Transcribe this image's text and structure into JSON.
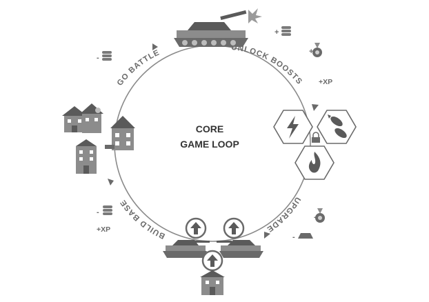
{
  "title": {
    "line1": "CORE",
    "line2": "GAME LOOP"
  },
  "steps": [
    {
      "label": "UNLOCK BOOSTS"
    },
    {
      "label": "UPGRADE"
    },
    {
      "label": "BUILD BASE"
    },
    {
      "label": "GO BATTLE"
    }
  ],
  "rewards": {
    "top_plus": "+",
    "boost_plus": "+",
    "boost_xp": "+XP",
    "upgrade_minus_1": "-",
    "upgrade_minus_2": "-",
    "base_minus": "-",
    "base_xp": "+XP",
    "battle_minus": "-"
  },
  "colors": {
    "ring": "#8a8a8a",
    "icon_dark": "#5a5a5a",
    "icon_mid": "#8c8c8c",
    "icon_light": "#bdbdbd"
  }
}
